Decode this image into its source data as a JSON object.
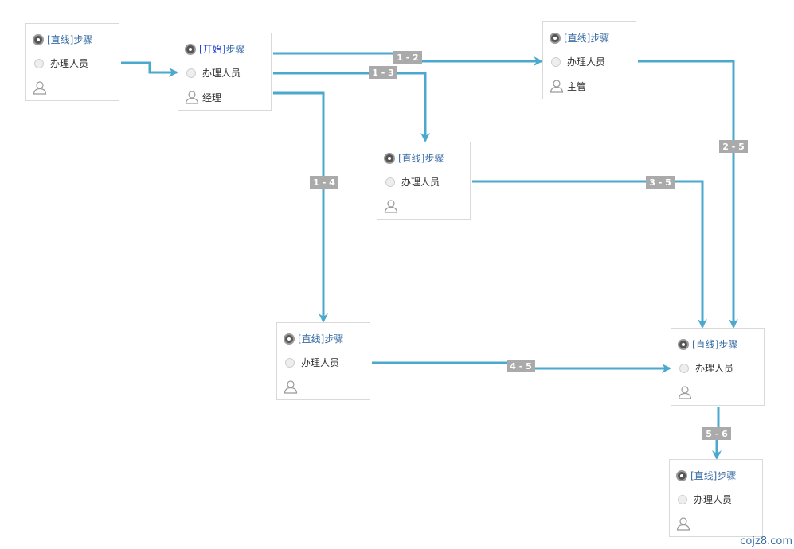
{
  "nodes": [
    {
      "id": "n1",
      "title_prefix": "",
      "title_suffix": "[直线]步骤",
      "handler_label": "办理人员",
      "role": ""
    },
    {
      "id": "n2",
      "title_prefix": "[开始]",
      "title_suffix": "步骤",
      "handler_label": "办理人员",
      "role": "经理"
    },
    {
      "id": "n3",
      "title_prefix": "",
      "title_suffix": "[直线]步骤",
      "handler_label": "办理人员",
      "role": "主管"
    },
    {
      "id": "n4",
      "title_prefix": "",
      "title_suffix": "[直线]步骤",
      "handler_label": "办理人员",
      "role": ""
    },
    {
      "id": "n5",
      "title_prefix": "",
      "title_suffix": "[直线]步骤",
      "handler_label": "办理人员",
      "role": ""
    },
    {
      "id": "n6",
      "title_prefix": "",
      "title_suffix": "[直线]步骤",
      "handler_label": "办理人员",
      "role": ""
    },
    {
      "id": "n7",
      "title_prefix": "",
      "title_suffix": "[直线]步骤",
      "handler_label": "办理人员",
      "role": ""
    }
  ],
  "edges": [
    {
      "id": "e0",
      "from": "n1",
      "to": "n2",
      "label": ""
    },
    {
      "id": "e12",
      "from": "n2",
      "to": "n3",
      "label": "1 - 2"
    },
    {
      "id": "e13",
      "from": "n2",
      "to": "n4",
      "label": "1 - 3"
    },
    {
      "id": "e14",
      "from": "n2",
      "to": "n5",
      "label": "1 - 4"
    },
    {
      "id": "e25",
      "from": "n3",
      "to": "n6",
      "label": "2 - 5"
    },
    {
      "id": "e35",
      "from": "n4",
      "to": "n6",
      "label": "3 - 5"
    },
    {
      "id": "e45",
      "from": "n5",
      "to": "n6",
      "label": "4 - 5"
    },
    {
      "id": "e56",
      "from": "n6",
      "to": "n7",
      "label": "5 - 6"
    }
  ],
  "colors": {
    "edge": "#4aa9cc",
    "label_bg": "#aaaaaa",
    "link_text": "#3a6ea5"
  },
  "icons": {
    "step": "gear-icon",
    "handler": "radio-icon",
    "role": "person-icon"
  },
  "watermark": "cojz8.com"
}
